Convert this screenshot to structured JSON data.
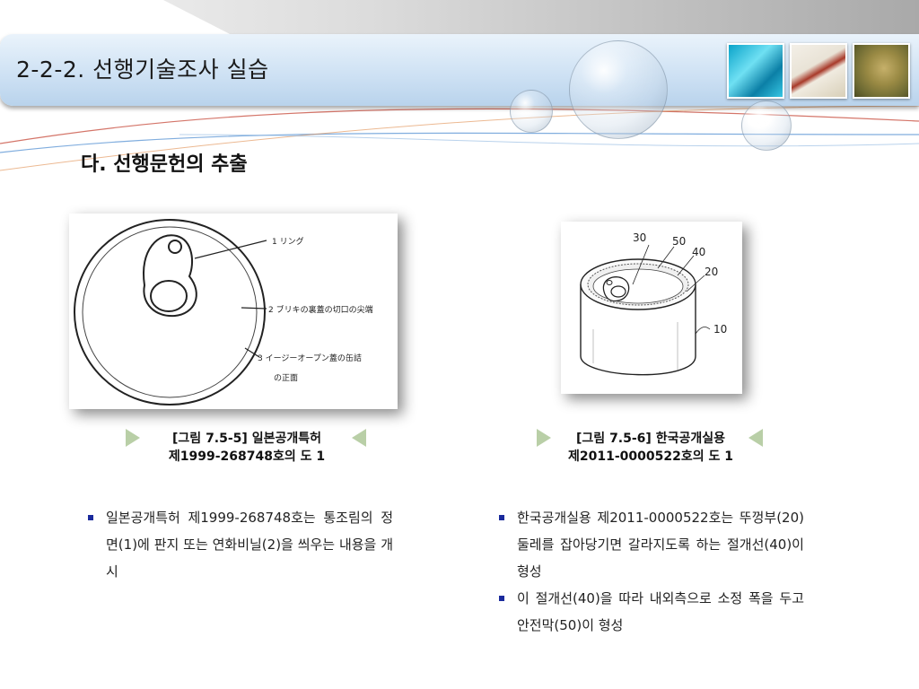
{
  "header": {
    "title": "2-2-2. 선행기술조사 실습"
  },
  "section": {
    "title": "다. 선행문헌의 추출"
  },
  "figures": [
    {
      "caption_line1": "[그림 7.5-5] 일본공개특허",
      "caption_line2": "제1999-268748호의 도 1",
      "labels": [
        "1  リング",
        "2  ブリキの裏蓋の切口の尖端",
        "3  イージーオープン蓋の缶詰",
        "の正面"
      ]
    },
    {
      "caption_line1": "[그림 7.5-6] 한국공개실용",
      "caption_line2": "제2011-0000522호의 도 1",
      "labels": [
        "30",
        "50",
        "40",
        "20",
        "10"
      ]
    }
  ],
  "left_bullets": [
    "일본공개특허 제1999-268748호는 통조림의 정면(1)에 판지 또는 연화비닐(2)을 씌우는 내용을 개시"
  ],
  "right_bullets": [
    "한국공개실용 제2011-0000522호는 뚜껑부(20) 둘레를 잡아당기면 갈라지도록 하는 절개선(40)이 형성",
    "이 절개선(40)을 따라 내외측으로 소정 폭을 두고 안전막(50)이 형성"
  ],
  "colors": {
    "header_bg": "#cfe2f4",
    "bullet": "#1a2a9c",
    "arrow": "#b9cfa7"
  }
}
